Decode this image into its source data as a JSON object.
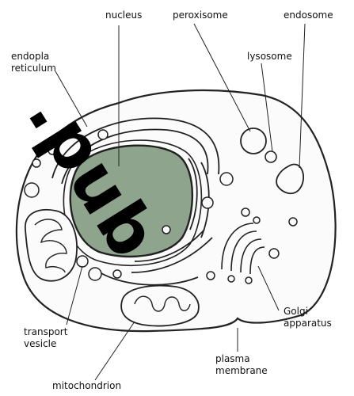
{
  "labels": {
    "nucleus": "nucleus",
    "peroxisome": "peroxisome",
    "endosome": "endosome",
    "endoplasmic_reticulum": [
      "endopla",
      "reticulum"
    ],
    "lysosome": "lysosome",
    "transport_vesicle": [
      "transport",
      "vesicle"
    ],
    "golgi_apparatus": [
      "Golgi",
      "apparatus"
    ],
    "plasma_membrane": [
      "plasma",
      "membrane"
    ],
    "mitochondrion": "mitochondrion"
  },
  "watermark": ".pub",
  "colors": {
    "nucleus_fill": "#8fa48c",
    "outline": "#222222",
    "background": "#ffffff"
  }
}
